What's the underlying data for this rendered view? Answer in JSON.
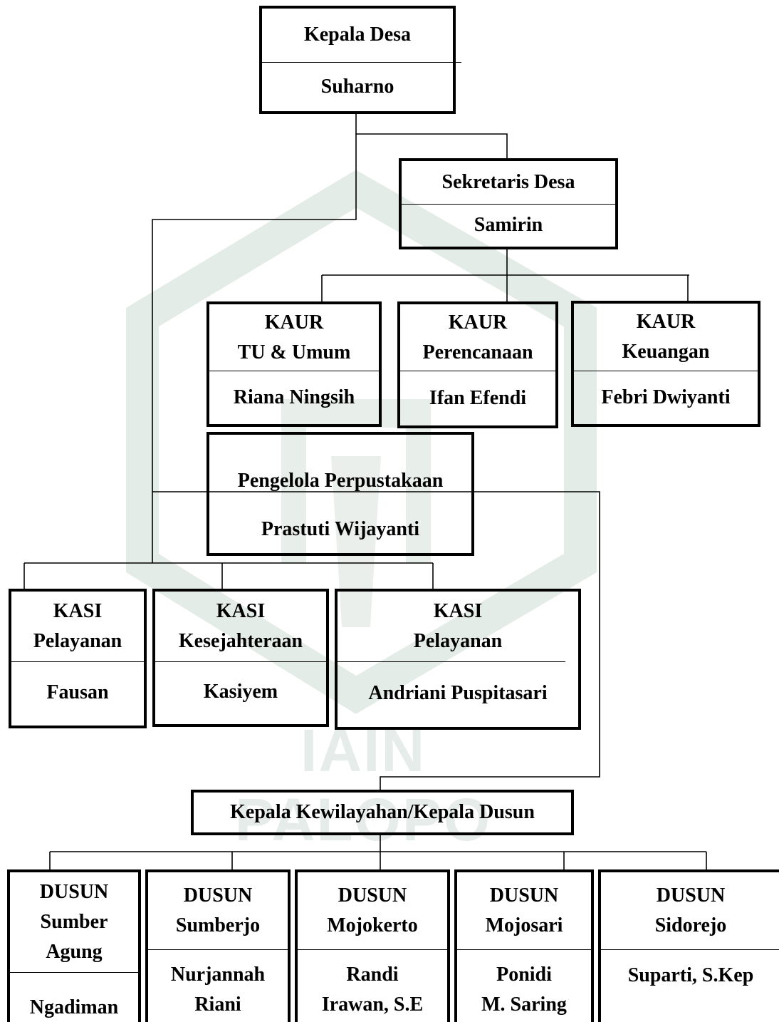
{
  "watermark": {
    "text": "IAIN PALOPO",
    "color": "#e6ece9"
  },
  "nodes": {
    "kepala_desa": {
      "role": "Kepala Desa",
      "name": "Suharno"
    },
    "sekretaris_desa": {
      "role": "Sekretaris Desa",
      "name": "Samirin"
    },
    "kaur_tu": {
      "role": "KAUR\nTU & Umum",
      "name": "Riana Ningsih"
    },
    "kaur_perencanaan": {
      "role": "KAUR\nPerencanaan",
      "name": "Ifan Efendi"
    },
    "kaur_keuangan": {
      "role": "KAUR\nKeuangan",
      "name": "Febri Dwiyanti"
    },
    "perpustakaan": {
      "role": "Pengelola Perpustakaan",
      "name": "Prastuti Wijayanti"
    },
    "kasi_pelayanan_1": {
      "role": "KASI\nPelayanan",
      "name": "Fausan"
    },
    "kasi_kesejahteraan": {
      "role": "KASI\nKesejahteraan",
      "name": "Kasiyem"
    },
    "kasi_pelayanan_2": {
      "role": "KASI\nPelayanan",
      "name": "Andriani Puspitasari"
    },
    "kepala_kewilayahan": {
      "role": "Kepala Kewilayahan/Kepala Dusun"
    },
    "dusun_sumber_agung": {
      "role": "DUSUN\nSumber\nAgung",
      "name": "Ngadiman"
    },
    "dusun_sumberjo": {
      "role": "DUSUN\nSumberjo",
      "name": "Nurjannah\nRiani"
    },
    "dusun_mojokerto": {
      "role": "DUSUN\nMojokerto",
      "name": "Randi\nIrawan, S.E"
    },
    "dusun_mojosari": {
      "role": "DUSUN\nMojosari",
      "name": "Ponidi\nM. Saring"
    },
    "dusun_sidorejo": {
      "role": "DUSUN\nSidorejo",
      "name": "Suparti, S.Kep"
    }
  }
}
